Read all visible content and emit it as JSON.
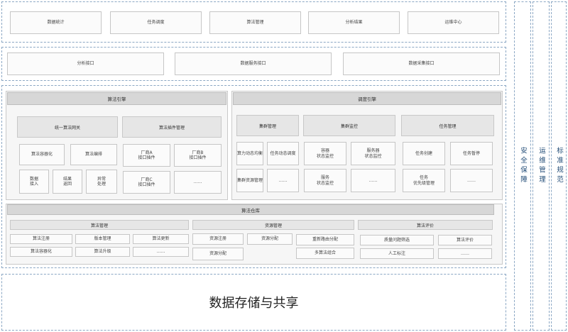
{
  "top_row": [
    "数据统计",
    "任务调度",
    "算法管理",
    "分析结果",
    "运维中心"
  ],
  "interface_row": [
    "分析接口",
    "数据服务接口",
    "数据采集接口"
  ],
  "algo_engine": {
    "title": "算法引擎",
    "gateway": "统一算法网关",
    "plugin_mgmt": "算法插件管理",
    "items": [
      "算法容器化",
      "算法编排",
      "数据\n接入",
      "结果\n返回",
      "异常\n处理"
    ],
    "vendors": [
      "厂商A\n接口插件",
      "厂商B\n接口插件",
      "厂商C\n接口插件",
      "……"
    ]
  },
  "schedule_engine": {
    "title": "调度引擎",
    "cluster_mgmt": "集群管理",
    "cluster_monitor": "集群监控",
    "task_mgmt": "任务管理",
    "cluster_items": [
      "算力动态均衡",
      "任务动态调度",
      "集群资源管理",
      "……"
    ],
    "monitor_items": [
      "容器\n状态监控",
      "服务器\n状态监控",
      "服务\n状态监控",
      "……"
    ],
    "task_items": [
      "任务创建",
      "任务暂停",
      "任务\n优先级管理",
      "……"
    ]
  },
  "algo_repo": {
    "title": "算法仓库",
    "algo_mgmt": {
      "title": "算法管理",
      "items": [
        "算法注册",
        "版本管理",
        "算法更新",
        "算法容器化",
        "算法升级",
        "……"
      ]
    },
    "resource_mgmt": {
      "title": "资源管理",
      "items": [
        "资源注册",
        "资源分配",
        "资源分配",
        "重新路由分配",
        "多算法组合"
      ]
    },
    "algo_eval": {
      "title": "算法评价",
      "items": [
        "质量问题筛选",
        "算法评价",
        "人工标注",
        "……"
      ]
    }
  },
  "storage": "数据存储与共享",
  "side_columns": [
    "安全保障",
    "运维管理",
    "标准规范"
  ]
}
